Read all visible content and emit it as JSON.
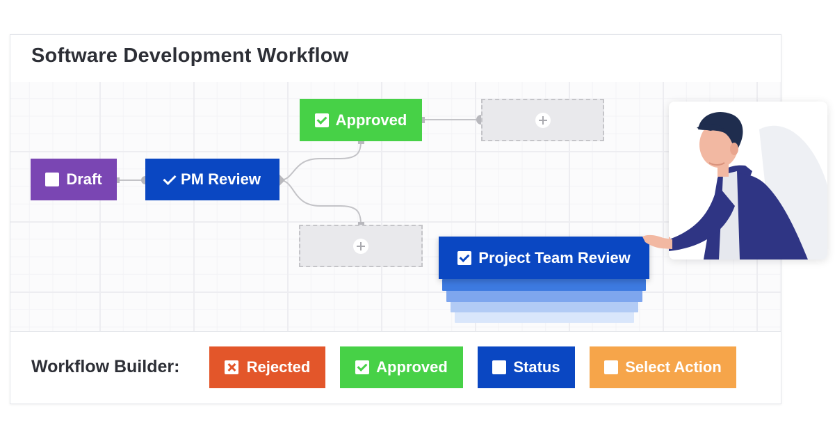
{
  "title": "Software Development Workflow",
  "nodes": {
    "draft": "Draft",
    "pm_review": "PM Review",
    "approved": "Approved",
    "project_team_review": "Project Team Review"
  },
  "footer": {
    "label": "Workflow Builder:",
    "buttons": [
      "Rejected",
      "Approved",
      "Status",
      "Select Action"
    ]
  },
  "colors": {
    "draft": "#7a46b3",
    "blue": "#0a47c2",
    "green": "#47d147",
    "rejected": "#e3562a",
    "select_action": "#f6a54a"
  }
}
